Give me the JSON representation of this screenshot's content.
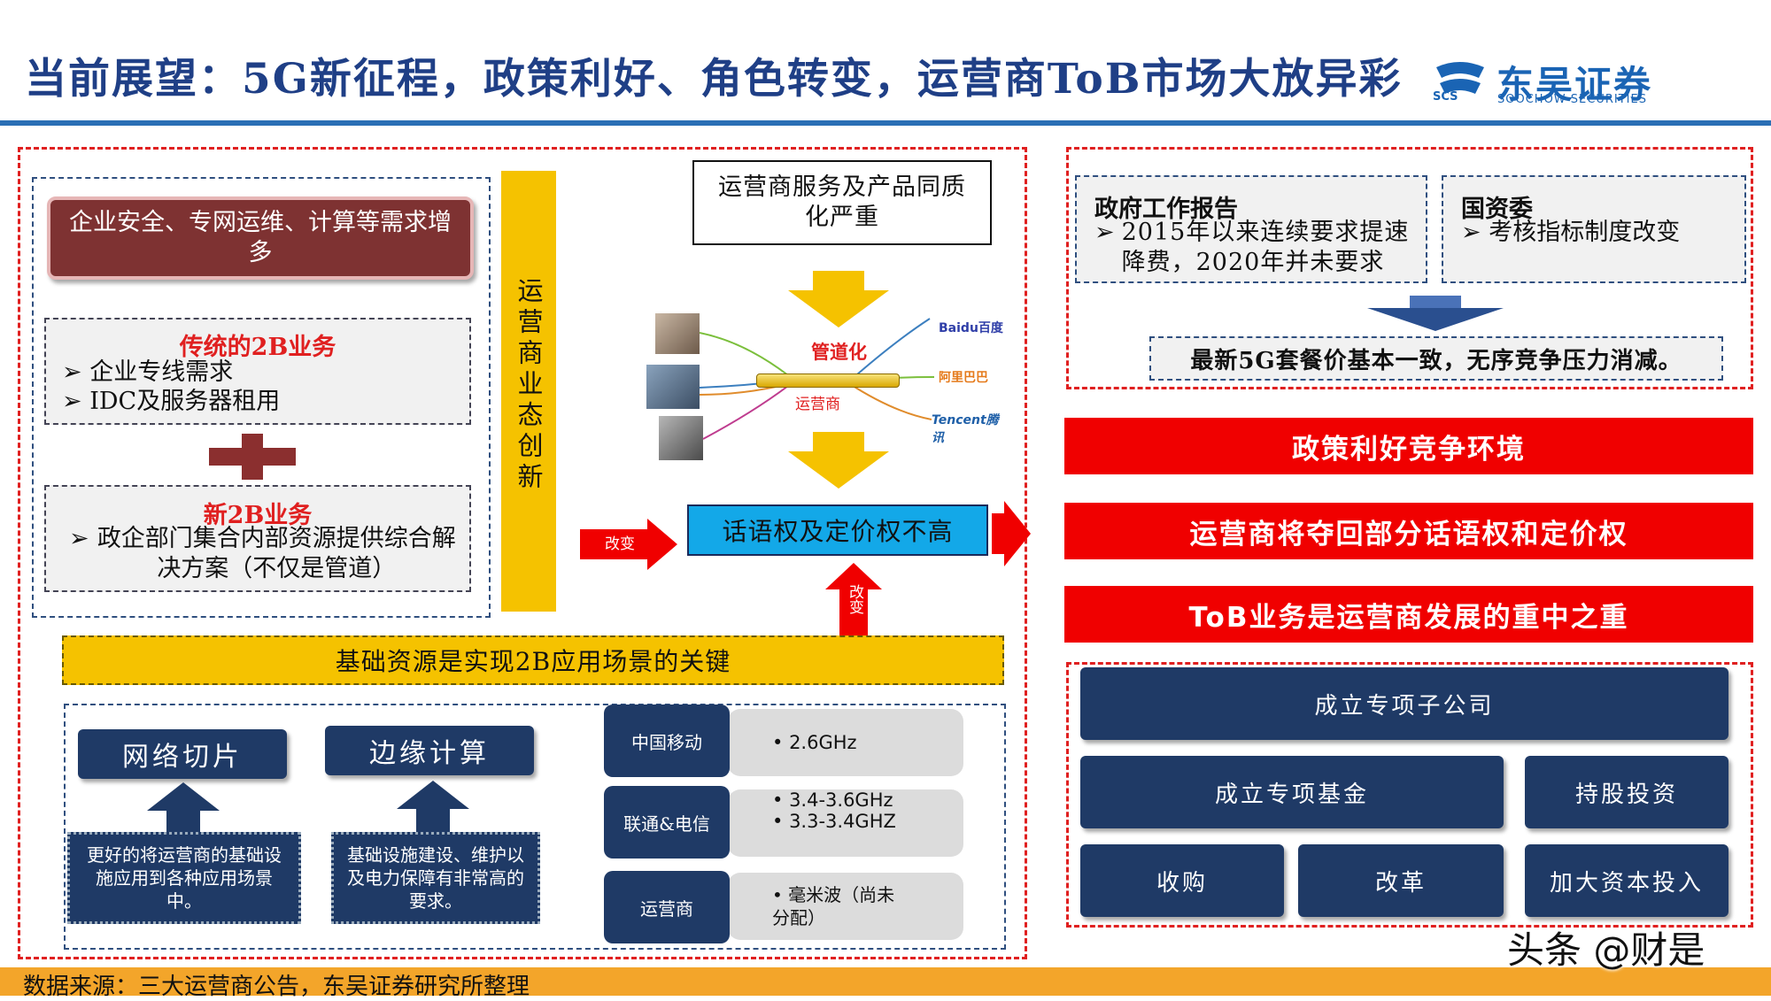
{
  "header": {
    "title": "当前展望：5G新征程，政策利好、角色转变，运营商ToB市场大放异彩",
    "logo_cn": "东吴证券",
    "logo_en": "SOOCHOW SECURITIES",
    "logo_mark": "SCS"
  },
  "left": {
    "demand_box": "企业安全、专网运维、计算等需求增多",
    "traditional": {
      "title": "传统的2B业务",
      "items": [
        "企业专线需求",
        "IDC及服务器租用"
      ]
    },
    "new_biz": {
      "title": "新2B业务",
      "items": [
        "政企部门集合内部资源提供综合解决方案（不仅是管道）"
      ]
    },
    "vertical_label": "运营商业态创新",
    "homogeneous": "运营商服务及产品同质化严重",
    "pipe_label": "管道化",
    "operator_label": "运营商",
    "brands": [
      "Baidu百度",
      "阿里巴巴",
      "Tencent腾讯"
    ],
    "voice_box": "话语权及定价权不高",
    "change_right": "改变",
    "change_up": "改变",
    "foundation_bar": "基础资源是实现2B应用场景的关键",
    "slicing": "网络切片",
    "edge": "边缘计算",
    "slicing_desc": "更好的将运营商的基础设施应用到各种应用场景中。",
    "edge_desc": "基础设施建设、维护以及电力保障有非常高的要求。",
    "spectrum": [
      {
        "name": "中国移动",
        "bands": [
          "2.6GHz"
        ]
      },
      {
        "name": "联通&电信",
        "bands": [
          "3.4-3.6GHz",
          "3.3-3.4GHZ"
        ]
      },
      {
        "name": "运营商",
        "bands": [
          "毫米波（尚未分配）"
        ]
      }
    ]
  },
  "right": {
    "gov_report": {
      "title": "政府工作报告",
      "item": "2015年以来连续要求提速降费，2020年并未要求"
    },
    "sasac": {
      "title": "国资委",
      "item": "考核指标制度改变"
    },
    "price_note": "最新5G套餐价基本一致，无序竞争压力消减。",
    "bars": [
      "政策利好竞争环境",
      "运营商将夺回部分话语权和定价权",
      "ToB业务是运营商发展的重中之重"
    ],
    "actions": {
      "subsidiary": "成立专项子公司",
      "fund": "成立专项基金",
      "equity": "持股投资",
      "acquisition": "收购",
      "reform": "改革",
      "capital": "加大资本投入"
    }
  },
  "footer": {
    "source": "数据来源：三大运营商公告，东吴证券研究所整理",
    "watermark": "头条 @财是"
  },
  "colors": {
    "navy": "#1f3a66",
    "red": "#f00000",
    "gold": "#f5c200",
    "blue_title": "#1f3f86",
    "orange": "#f3a52a"
  }
}
